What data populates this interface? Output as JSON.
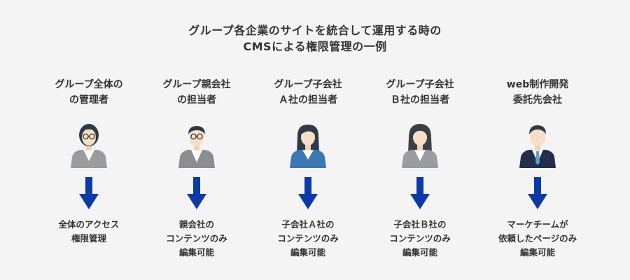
{
  "title": {
    "line1": "グループ各企業のサイトを統合して運用する時の",
    "line2": "CMSによる権限管理の一例"
  },
  "columns": [
    {
      "role": [
        "グループ全体の",
        "の管理者"
      ],
      "avatar_icon": "admin-woman-glasses-icon",
      "permission": [
        "全体のアクセス",
        "権限管理"
      ]
    },
    {
      "role": [
        "グループ親会社",
        "の担当者"
      ],
      "avatar_icon": "parent-company-man-icon",
      "permission": [
        "親会社の",
        "コンテンツのみ",
        "編集可能"
      ]
    },
    {
      "role": [
        "グループ子会社",
        "Ａ社の担当者"
      ],
      "avatar_icon": "subsidiary-a-woman-icon",
      "permission": [
        "子会社Ａ社の",
        "コンテンツのみ",
        "編集可能"
      ]
    },
    {
      "role": [
        "グループ子会社",
        "Ｂ社の担当者"
      ],
      "avatar_icon": "subsidiary-b-woman-icon",
      "permission": [
        "子会社Ｂ社の",
        "コンテンツのみ",
        "編集可能"
      ]
    },
    {
      "role": [
        "web制作開発",
        "委託先会社"
      ],
      "avatar_icon": "vendor-man-suit-icon",
      "permission": [
        "マーケチームが",
        "依頼したページのみ",
        "編集可能"
      ]
    }
  ],
  "colors": {
    "background": "#f4f4f4",
    "text": "#333333",
    "arrow": "#0d3aa6",
    "jacket_gray": "#9a9c9f",
    "jacket_blue": "#3b78b5",
    "suit_navy": "#232f4a",
    "tie_blue": "#5b9fd6",
    "hair_dark": "#2d3a4a",
    "skin": "#f7dfc7"
  }
}
